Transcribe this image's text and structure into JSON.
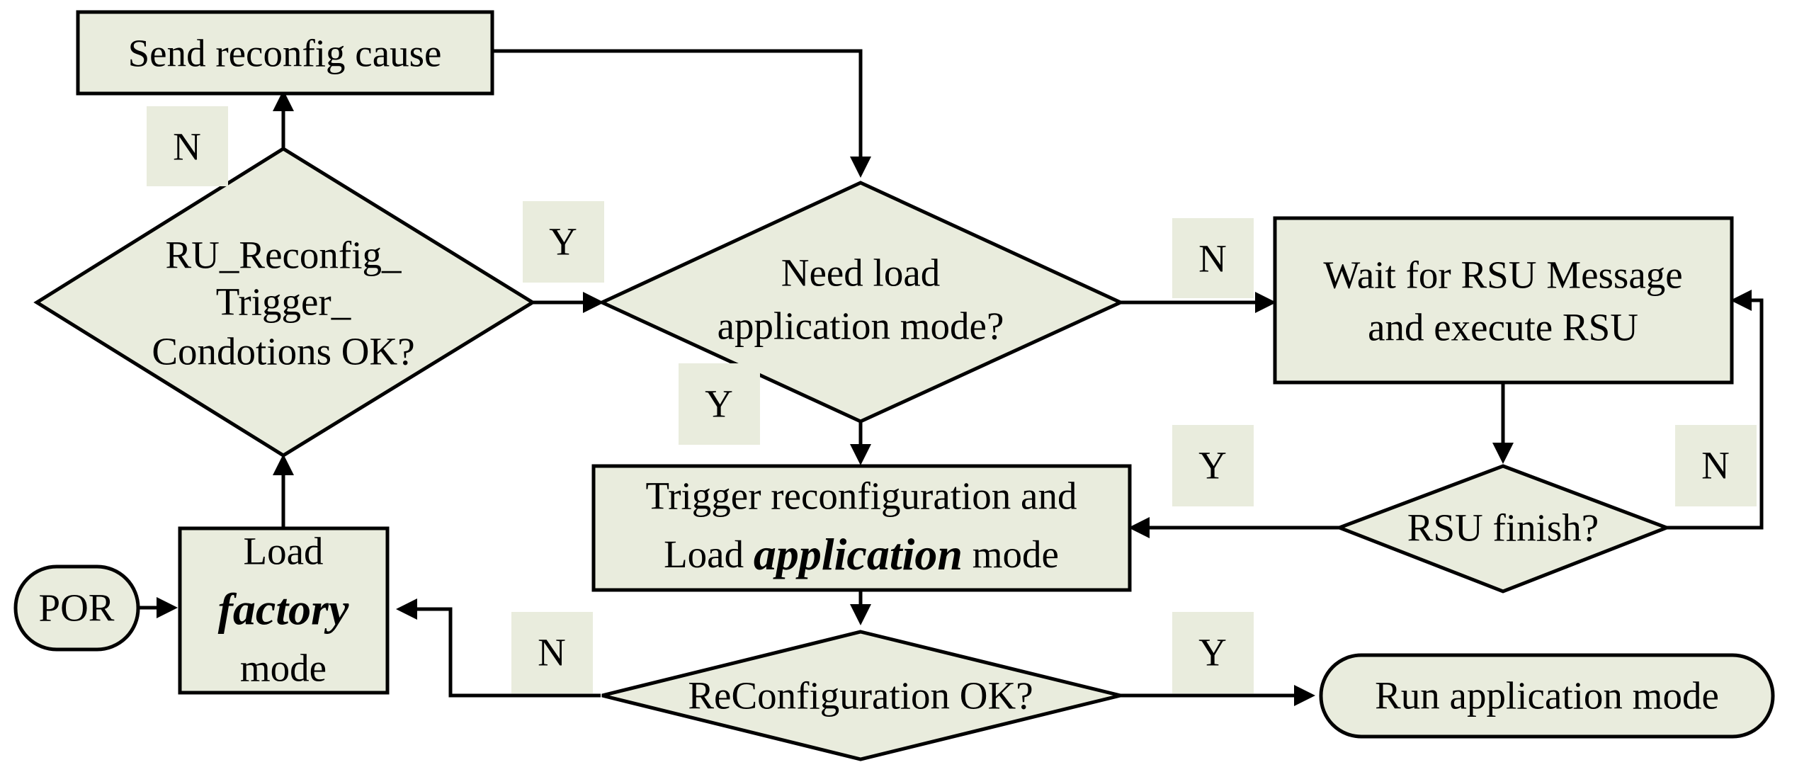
{
  "colors": {
    "node_fill": "#e9ecdd",
    "stroke": "#000000",
    "text": "#000000"
  },
  "nodes": {
    "send_reconfig": {
      "text": "Send reconfig cause"
    },
    "ru_reconfig_check": {
      "lines": [
        "RU_Reconfig_",
        "Trigger_",
        "Condotions OK?"
      ]
    },
    "need_load_app": {
      "lines": [
        "Need load",
        "application mode?"
      ]
    },
    "wait_rsu": {
      "lines": [
        "Wait for RSU Message",
        "and execute RSU"
      ]
    },
    "rsu_finish": {
      "text": "RSU finish?"
    },
    "trigger_reconfig": {
      "line1": "Trigger reconfiguration and",
      "line2_pre": "Load ",
      "line2_emph": "application",
      "line2_post": " mode"
    },
    "load_factory": {
      "line1": "Load",
      "line2_emph": "factory",
      "line3": "mode"
    },
    "por": {
      "text": "POR"
    },
    "reconfig_ok": {
      "text": "ReConfiguration OK?"
    },
    "run_app": {
      "text": "Run application mode"
    }
  },
  "edge_labels": {
    "ru_check_no": "N",
    "ru_check_yes": "Y",
    "need_load_no": "N",
    "need_load_yes": "Y",
    "rsu_finish_yes": "Y",
    "rsu_finish_no": "N",
    "reconfig_ok_no": "N",
    "reconfig_ok_yes": "Y"
  }
}
